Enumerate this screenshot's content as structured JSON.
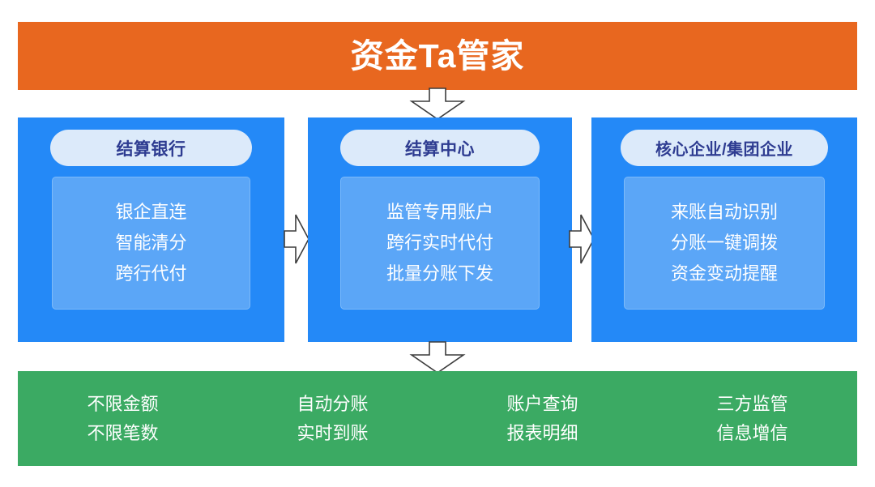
{
  "banner": {
    "title": "资金Ta管家",
    "background_color": "#E8671F",
    "text_color": "#FFFFFF"
  },
  "colors": {
    "orange": "#E8671F",
    "blue_outer": "#2489F7",
    "blue_inner": "#5BA6F7",
    "pill": "#DCEAFA",
    "pill_text": "#2E3C91",
    "green": "#3BAA63",
    "white": "#FFFFFF",
    "arrow_outline": "#3C3C3C"
  },
  "columns": [
    {
      "header": "结算银行",
      "items": [
        "银企直连",
        "智能清分",
        "跨行代付"
      ]
    },
    {
      "header": "结算中心",
      "items": [
        "监管专用账户",
        "跨行实时代付",
        "批量分账下发"
      ]
    },
    {
      "header": "核心企业/集团企业",
      "items": [
        "来账自动识别",
        "分账一键调拨",
        "资金变动提醒"
      ]
    }
  ],
  "arrows": [
    {
      "name": "arrow-down-banner-to-columns",
      "direction": "down"
    },
    {
      "name": "arrow-right-bank-to-center",
      "direction": "right"
    },
    {
      "name": "arrow-right-center-to-enterprise",
      "direction": "right"
    },
    {
      "name": "arrow-down-center-to-features",
      "direction": "down"
    }
  ],
  "footer": {
    "groups": [
      {
        "items": [
          "不限金额",
          "不限笔数"
        ]
      },
      {
        "items": [
          "自动分账",
          "实时到账"
        ]
      },
      {
        "items": [
          "账户查询",
          "报表明细"
        ]
      },
      {
        "items": [
          "三方监管",
          "信息增信"
        ]
      }
    ]
  }
}
